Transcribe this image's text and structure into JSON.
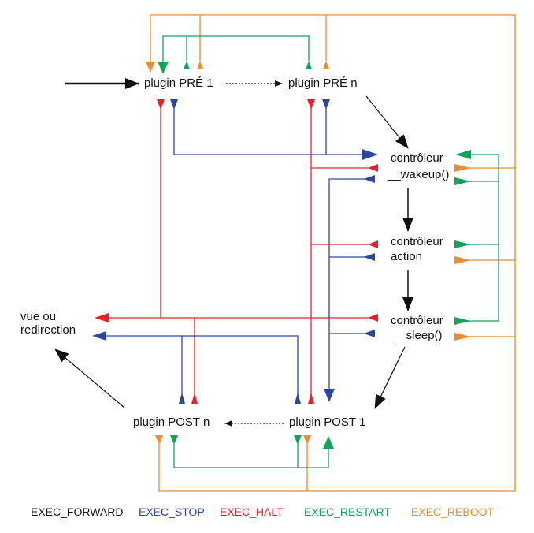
{
  "nodes": {
    "pre1": "plugin PRÉ 1",
    "pren": "plugin PRÉ n",
    "ctrl_wakeup_1": "contrôleur",
    "ctrl_wakeup_2": "__wakeup()",
    "ctrl_action_1": "contrôleur",
    "ctrl_action_2": "action",
    "ctrl_sleep_1": "contrôleur",
    "ctrl_sleep_2": "__sleep()",
    "view_1": "vue ou",
    "view_2": "redirection",
    "postn": "plugin POST n",
    "post1": "plugin POST 1"
  },
  "legend": [
    {
      "label": "EXEC_FORWARD",
      "color": "#111111"
    },
    {
      "label": "EXEC_STOP",
      "color": "#2a47a0"
    },
    {
      "label": "EXEC_HALT",
      "color": "#e8202a"
    },
    {
      "label": "EXEC_RESTART",
      "color": "#12a55a"
    },
    {
      "label": "EXEC_REBOOT",
      "color": "#f18a2c"
    }
  ],
  "colors": {
    "forward": "#111111",
    "stop": "#2a47a0",
    "halt": "#e8202a",
    "restart": "#12a55a",
    "reboot": "#f18a2c"
  }
}
